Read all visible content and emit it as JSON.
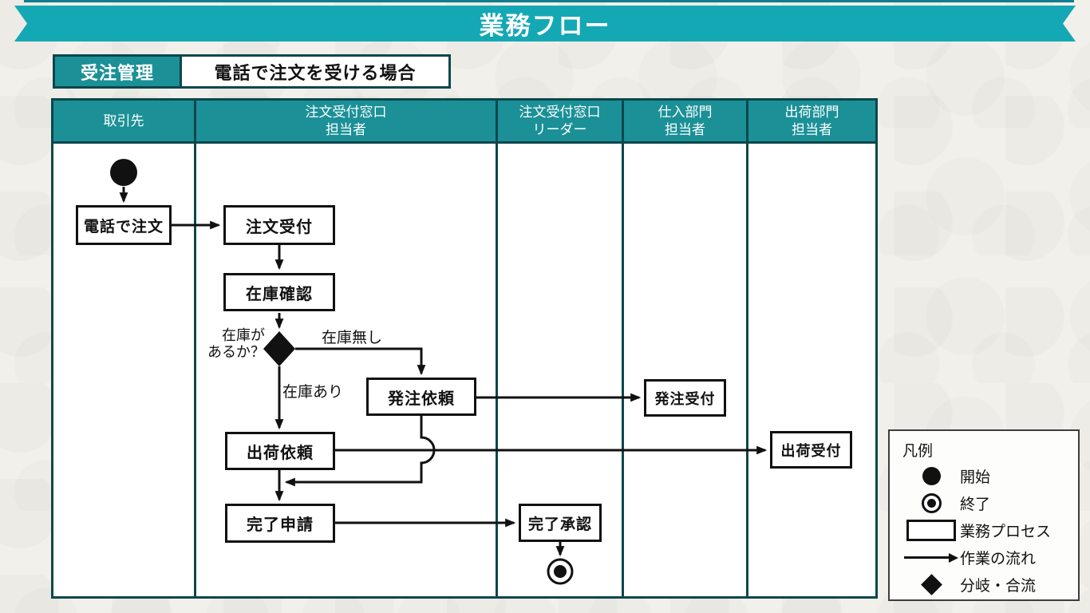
{
  "title": "業務フロー",
  "subtitle": {
    "category": "受注管理",
    "case": "電話で注文を受ける場合"
  },
  "lanes": [
    {
      "line1": "取引先",
      "line2": ""
    },
    {
      "line1": "注文受付窓口",
      "line2": "担当者"
    },
    {
      "line1": "注文受付窓口",
      "line2": "リーダー"
    },
    {
      "line1": "仕入部門",
      "line2": "担当者"
    },
    {
      "line1": "出荷部門",
      "line2": "担当者"
    }
  ],
  "nodes": {
    "phone_order": "電話で注文",
    "order_reception": "注文受付",
    "stock_check": "在庫確認",
    "order_request": "発注依頼",
    "po_reception": "発注受付",
    "ship_request": "出荷依頼",
    "ship_reception": "出荷受付",
    "completion_apply": "完了申請",
    "completion_approve": "完了承認"
  },
  "edge_labels": {
    "decision_line1": "在庫が",
    "decision_line2": "あるか？",
    "no_stock": "在庫無し",
    "has_stock": "在庫あり"
  },
  "legend": {
    "title": "凡例",
    "items": [
      {
        "icon": "start-circle-icon",
        "label": "開始"
      },
      {
        "icon": "end-circle-icon",
        "label": "終了"
      },
      {
        "icon": "process-rect-icon",
        "label": "業務プロセス"
      },
      {
        "icon": "flow-arrow-icon",
        "label": "作業の流れ"
      },
      {
        "icon": "branch-diamond-icon",
        "label": "分岐・合流"
      }
    ]
  },
  "colors": {
    "ribbon_teal": "#14a8b4",
    "header_teal": "#1b9097",
    "border_dark_teal": "#0c474d",
    "top_line_teal": "#0d7f8c",
    "flow_black": "#111111",
    "paper_background": "#f2f0eb"
  }
}
